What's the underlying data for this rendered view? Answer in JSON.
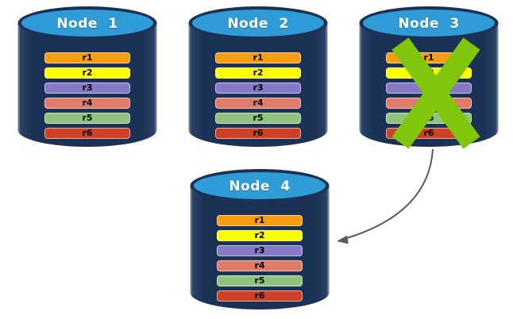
{
  "colors": {
    "background": "#ffffff",
    "cylinder_body": "#1c3156",
    "cylinder_top": "#2f9cd8",
    "node_label_text": "#ffffff",
    "bar_text": "#000000",
    "failure_x": "#7fc60d",
    "arrow": "#595959"
  },
  "nodes": [
    {
      "label": "Node 1",
      "status": "ok",
      "rows": [
        {
          "label": "r1",
          "color": "#f99d10"
        },
        {
          "label": "r2",
          "color": "#fdff00"
        },
        {
          "label": "r3",
          "color": "#8679c6"
        },
        {
          "label": "r4",
          "color": "#e07b68"
        },
        {
          "label": "r5",
          "color": "#8fc37e"
        },
        {
          "label": "r6",
          "color": "#cd4226"
        }
      ]
    },
    {
      "label": "Node 2",
      "status": "ok",
      "rows": [
        {
          "label": "r1",
          "color": "#f99d10"
        },
        {
          "label": "r2",
          "color": "#fdff00"
        },
        {
          "label": "r3",
          "color": "#8679c6"
        },
        {
          "label": "r4",
          "color": "#e07b68"
        },
        {
          "label": "r5",
          "color": "#8fc37e"
        },
        {
          "label": "r6",
          "color": "#cd4226"
        }
      ]
    },
    {
      "label": "Node 3",
      "status": "failed",
      "rows": [
        {
          "label": "r1",
          "color": "#f99d10"
        },
        {
          "label": "r2",
          "color": "#fdff00"
        },
        {
          "label": "r3",
          "color": "#8679c6"
        },
        {
          "label": "r4",
          "color": "#e07b68"
        },
        {
          "label": "r5",
          "color": "#8fc37e"
        },
        {
          "label": "r6",
          "color": "#cd4226"
        }
      ]
    },
    {
      "label": "Node 4",
      "status": "ok",
      "rows": [
        {
          "label": "r1",
          "color": "#f99d10"
        },
        {
          "label": "r2",
          "color": "#fdff00"
        },
        {
          "label": "r3",
          "color": "#8679c6"
        },
        {
          "label": "r4",
          "color": "#e07b68"
        },
        {
          "label": "r5",
          "color": "#8fc37e"
        },
        {
          "label": "r6",
          "color": "#cd4226"
        }
      ]
    }
  ],
  "failure_marker": {
    "node": "Node 3",
    "symbol": "X"
  },
  "arrow": {
    "from": "Node 3",
    "to": "Node 4"
  }
}
